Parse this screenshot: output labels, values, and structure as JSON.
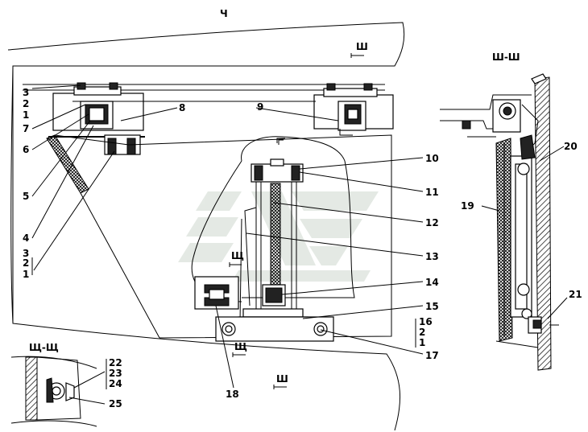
{
  "sheet_mark": "Ч",
  "views": {
    "main_arrow": "Ш",
    "bottom_arrow": "Ш",
    "detail_arrow_1": "Щ",
    "detail_arrow_2": "Щ",
    "section_ШШ": "Ш-Ш",
    "section_ЩЩ": "Щ-Щ"
  },
  "callouts": {
    "c3a": "3",
    "c2a": "2",
    "c1a": "1",
    "c7": "7",
    "c6": "6",
    "c8": "8",
    "c9": "9",
    "c5": "5",
    "c4": "4",
    "c3b": "3",
    "c2b": "2",
    "c1b": "1",
    "c10": "10",
    "c11": "11",
    "c12": "12",
    "c13": "13",
    "c14": "14",
    "c15": "15",
    "c16": "16",
    "c2c": "2",
    "c1c": "1",
    "c17": "17",
    "c18": "18",
    "c19": "19",
    "c20": "20",
    "c21": "21",
    "c22": "22",
    "c23": "23",
    "c24": "24",
    "c25": "25"
  },
  "watermark_icon": "stylized-logo-watermark",
  "colors": {
    "line": "#000000",
    "watermark": "#cfd8cf",
    "background": "#ffffff"
  }
}
